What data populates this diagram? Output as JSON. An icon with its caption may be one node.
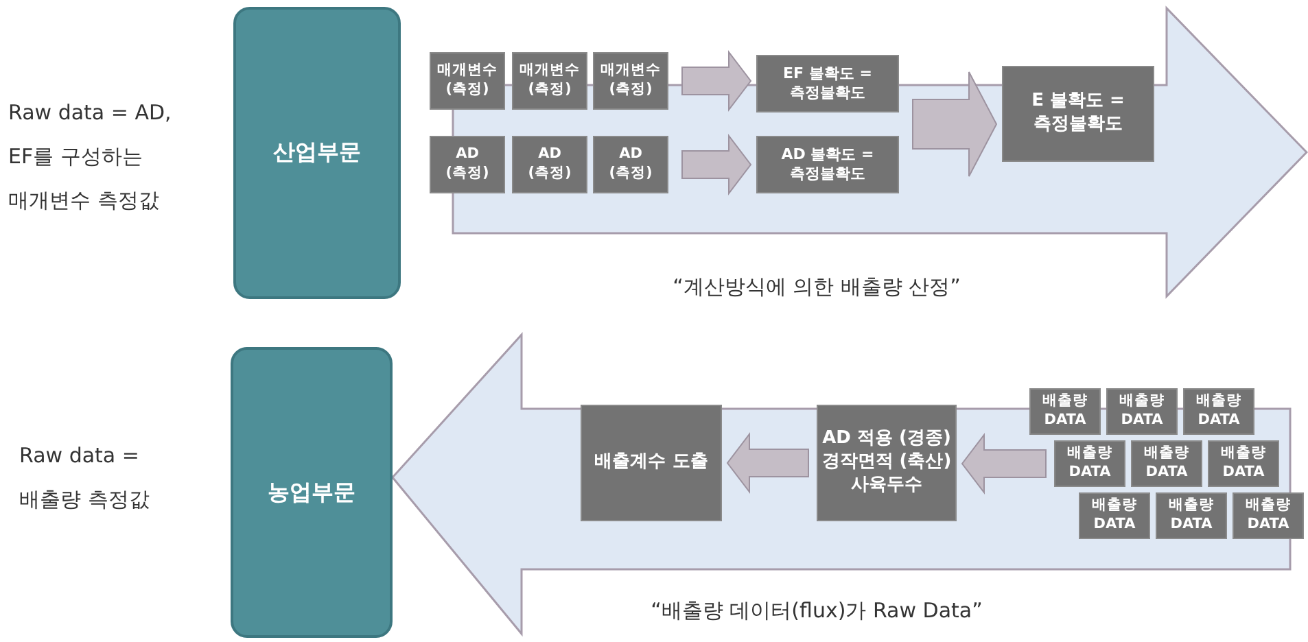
{
  "diagram": {
    "nodes": [
      {
        "text": [
          "산업부문"
        ]
      },
      {
        "text": [],
        "shape": "arrow"
      },
      {
        "text": [
          "매개변수 (측정)"
        ],
        "in": 1
      },
      {
        "text": [
          "매개변수 (측정)"
        ],
        "in": 1
      },
      {
        "text": [
          "매개변수 (측정)"
        ],
        "in": 1
      },
      {
        "text": [
          "AD (측정)"
        ],
        "in": 1
      },
      {
        "text": [
          "AD (측정)"
        ],
        "in": 1
      },
      {
        "text": [
          "AD (측정)"
        ],
        "in": 1
      },
      {
        "text": [
          "EF 불확도 =측정불확도"
        ],
        "in": 1
      },
      {
        "text": [
          "AD 불확도 =측정불확도"
        ],
        "in": 1
      },
      {
        "text": [
          "E 불확도 =측정불확도"
        ],
        "in": 1
      },
      {
        "text": [
          "농업부문"
        ]
      },
      {
        "text": [],
        "shape": "arrow"
      },
      {
        "text": [
          "배출계수 도출"
        ],
        "in": 12
      },
      {
        "text": [
          "AD 적용 (경종) 경작면적 (축산) 사육두수"
        ],
        "in": 12
      },
      {
        "text": [
          "배출량 DATA"
        ],
        "in": 12
      },
      {
        "text": [
          "배출량 DATA"
        ],
        "in": 12
      },
      {
        "text": [
          "배출량 DATA"
        ],
        "in": 12
      },
      {
        "text": [
          "배출량 DATA"
        ],
        "in": 12
      },
      {
        "text": [
          "배출량 DATA"
        ],
        "in": 12
      },
      {
        "text": [
          "배출량 DATA"
        ],
        "in": 12
      },
      {
        "text": [
          "배출량 DATA"
        ],
        "in": 12
      },
      {
        "text": [
          "배출량 DATA"
        ],
        "in": 12
      },
      {
        "text": [
          "배출량 DATA"
        ],
        "in": 12
      }
    ],
    "edges": [
      {
        "from": 4,
        "to": 8,
        "arrow": "to"
      },
      {
        "from": 7,
        "to": 9,
        "arrow": "to"
      },
      {
        "from": 8,
        "to": 10,
        "arrow": "to"
      },
      {
        "from": 9,
        "to": 10,
        "arrow": "to"
      },
      {
        "from": 18,
        "to": 14,
        "arrow": "to"
      },
      {
        "from": 14,
        "to": 13,
        "arrow": "to"
      }
    ],
    "labels": [
      "Raw data = AD, EF를 구성하는 매개변수 측정값",
      "“계산방식에 의한 배출량 산정”",
      "Raw data = 배출량 측정값",
      "“배출량 데이터(flux)가 Raw Data”"
    ]
  }
}
